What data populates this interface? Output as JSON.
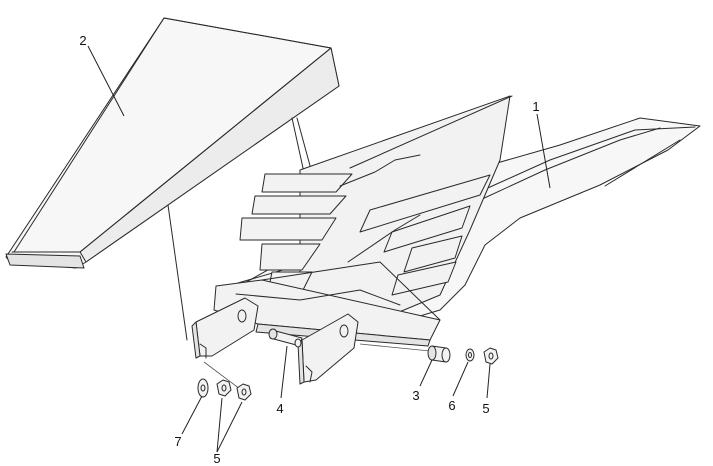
{
  "diagram": {
    "labels": [
      {
        "id": "part-1",
        "text": "1"
      },
      {
        "id": "part-2",
        "text": "2"
      },
      {
        "id": "part-3",
        "text": "3"
      },
      {
        "id": "part-4",
        "text": "4"
      },
      {
        "id": "part-5a",
        "text": "5"
      },
      {
        "id": "part-5b",
        "text": "5"
      },
      {
        "id": "part-6",
        "text": "6"
      },
      {
        "id": "part-7",
        "text": "7"
      }
    ]
  }
}
